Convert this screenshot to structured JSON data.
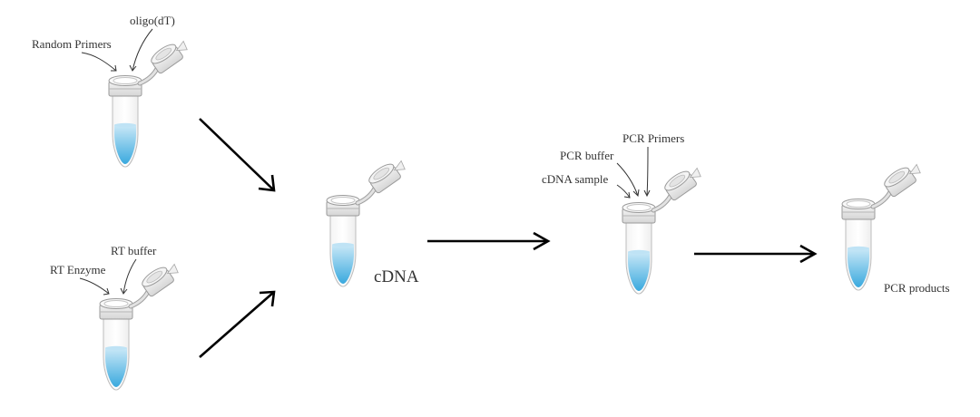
{
  "colors": {
    "liquid_top": "#c9e8f7",
    "liquid_bottom": "#3aa9de",
    "cap": "#e6e6e6",
    "cap_stroke": "#9a9a9a",
    "arrow": "#000000",
    "text": "#333333"
  },
  "labels": {
    "random_primers": "Random Primers",
    "oligo_dt": "oligo(dT)",
    "rt_buffer": "RT buffer",
    "rt_enzyme": "RT Enzyme",
    "cdna": "cDNA",
    "pcr_primers": "PCR Primers",
    "pcr_buffer": "PCR buffer",
    "cdna_sample": "cDNA sample",
    "pcr_products": "PCR products"
  }
}
